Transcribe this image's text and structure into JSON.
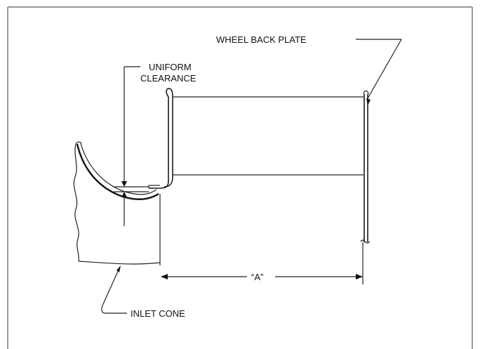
{
  "labels": {
    "wheel_back_plate": "WHEEL BACK PLATE",
    "uniform": "UNIFORM",
    "clearance": "CLEARANCE",
    "dimension_a": "“A”",
    "inlet_cone": "INLET CONE"
  }
}
